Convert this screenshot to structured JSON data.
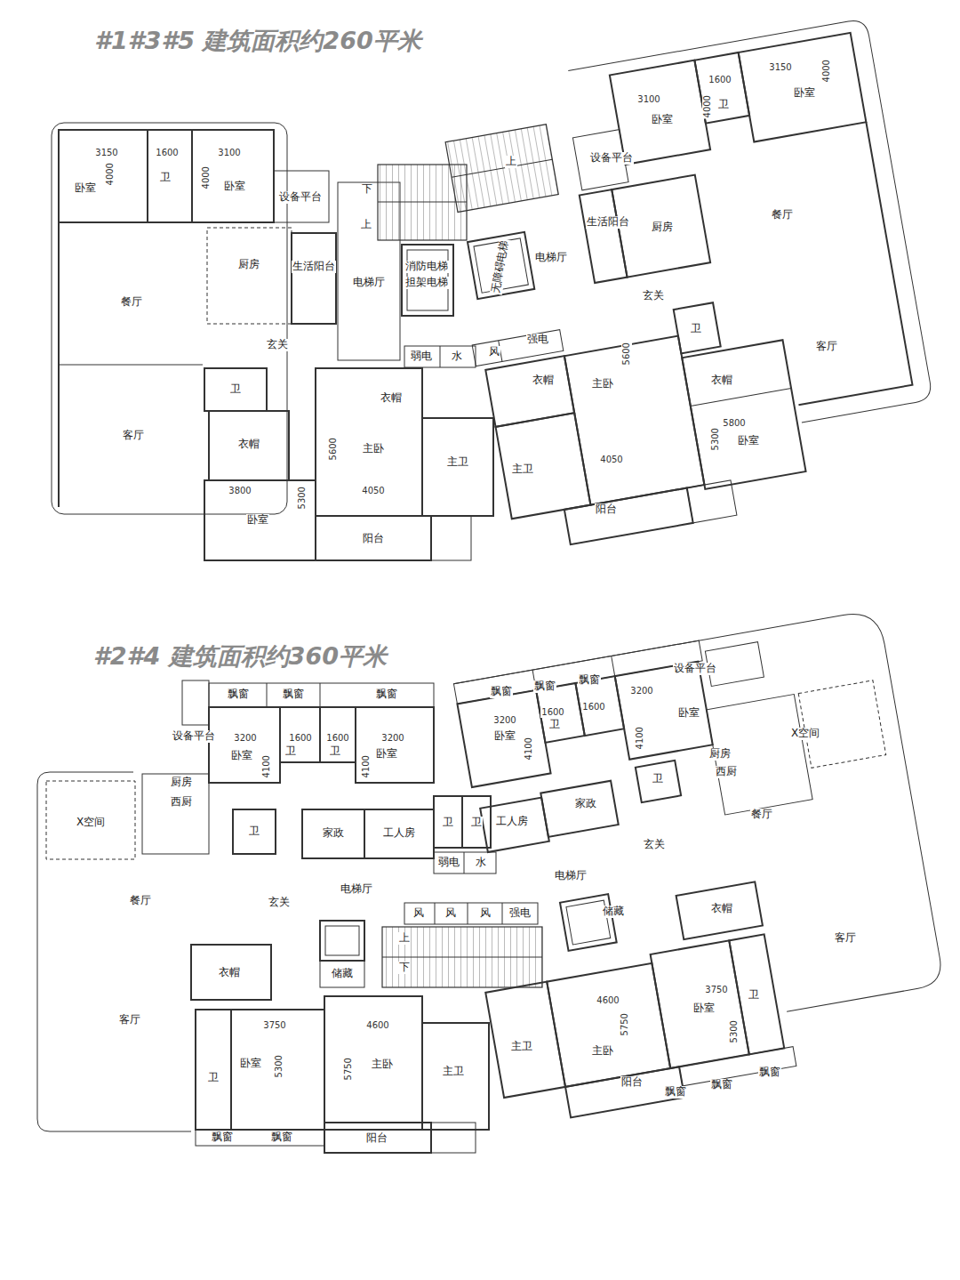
{
  "diagram": {
    "labels": [
      "#1#3#5 建筑面积约260平米",
      "3150",
      "1600",
      "3100",
      "4000",
      "卧室",
      "卫",
      "4000",
      "卧室",
      "设备平台",
      "下",
      "上",
      "厨房",
      "生活阳台",
      "电梯厅",
      "消防电梯",
      "担架电梯",
      "餐厅",
      "玄关",
      "弱电",
      "水",
      "客厅",
      "卫",
      "衣帽",
      "衣帽",
      "主卧",
      "5600",
      "主卫",
      "3800",
      "5300",
      "4050",
      "卧室",
      "阳台",
      "1600",
      "3150",
      "4000",
      "卧室",
      "3100",
      "4000",
      "卫",
      "卧室",
      "上",
      "设备平台",
      "厨房",
      "生活阳台",
      "餐厅",
      "电梯厅",
      "无障碍电梯",
      "玄关",
      "卫",
      "风",
      "强电",
      "客厅",
      "衣帽",
      "主卧",
      "5600",
      "衣帽",
      "5800",
      "5300",
      "卧室",
      "4050",
      "主卫",
      "阳台",
      "#2#4 建筑面积约360平米",
      "飘窗",
      "飘窗",
      "飘窗",
      "飘窗",
      "飘窗",
      "飘窗",
      "设备平台",
      "3200",
      "1600",
      "1600",
      "3200",
      "卧室",
      "设备平台",
      "3200",
      "1600",
      "1600",
      "3200",
      "卫",
      "卧室",
      "4100",
      "4100",
      "卧室",
      "卫",
      "卫",
      "卧室",
      "4100",
      "4100",
      "厨房",
      "X空间",
      "西厨",
      "厨房",
      "卫",
      "西厨",
      "家政",
      "X空间",
      "卫",
      "家政",
      "工人房",
      "卫",
      "卫",
      "工人房",
      "餐厅",
      "玄关",
      "弱电",
      "水",
      "电梯厅",
      "餐厅",
      "玄关",
      "电梯厅",
      "风",
      "风",
      "风",
      "强电",
      "储藏",
      "衣帽",
      "上",
      "客厅",
      "下",
      "储藏",
      "衣帽",
      "3750",
      "卫",
      "4600",
      "卧室",
      "5750",
      "5300",
      "客厅",
      "3750",
      "4600",
      "主卫",
      "主卧",
      "卧室",
      "5300",
      "5750",
      "主卧",
      "主卫",
      "卫",
      "阳台",
      "飘窗",
      "飘窗",
      "飘窗",
      "飘窗",
      "飘窗",
      "阳台"
    ]
  }
}
